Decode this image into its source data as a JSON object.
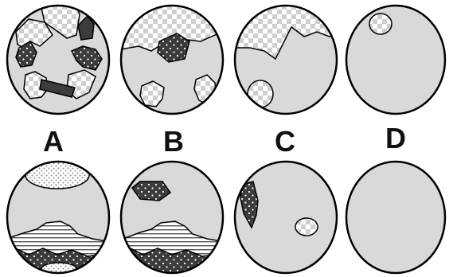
{
  "labels": [
    "A",
    "B",
    "C",
    "D"
  ],
  "colors": {
    "disk_fill": "#d9d9d9",
    "outline": "#000000",
    "dark_patch": "#3c3c3c",
    "checker_light": "#ffffff",
    "checker_dark": "#cccccc",
    "stipple_bg": "#ffffff",
    "stipple_dot": "#888888",
    "stripe": "#555555",
    "label_text": "#111111"
  }
}
